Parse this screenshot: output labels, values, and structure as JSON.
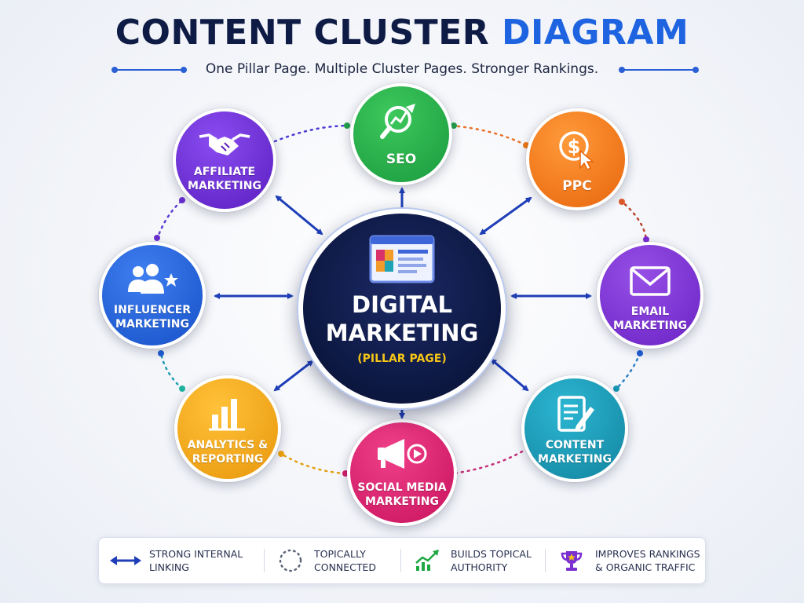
{
  "title": {
    "part1": "CONTENT CLUSTER",
    "part2": "DIAGRAM"
  },
  "subtitle": "One Pillar Page. Multiple Cluster Pages. Stronger Rankings.",
  "pillar": {
    "label": "DIGITAL\nMARKETING",
    "sublabel": "(PILLAR PAGE)",
    "icon": "web-page-icon",
    "color": "#0c1740"
  },
  "clusters": [
    {
      "id": "seo",
      "label": "SEO",
      "icon": "seo-analytics-icon",
      "color": "#1fa843"
    },
    {
      "id": "ppc",
      "label": "PPC",
      "icon": "dollar-click-icon",
      "color": "#f07a16"
    },
    {
      "id": "email",
      "label": "EMAIL\nMARKETING",
      "icon": "envelope-icon",
      "color": "#7a2fd0"
    },
    {
      "id": "content",
      "label": "CONTENT\nMARKETING",
      "icon": "document-pen-icon",
      "color": "#1697b4"
    },
    {
      "id": "social",
      "label": "SOCIAL MEDIA\nMARKETING",
      "icon": "megaphone-icon",
      "color": "#d91d6c"
    },
    {
      "id": "analytics",
      "label": "ANALYTICS &\nREPORTING",
      "icon": "bar-chart-icon",
      "color": "#efa40f"
    },
    {
      "id": "influencer",
      "label": "INFLUENCER\nMARKETING",
      "icon": "people-star-icon",
      "color": "#1f5fd6"
    },
    {
      "id": "affiliate",
      "label": "AFFILIATE\nMARKETING",
      "icon": "handshake-icon",
      "color": "#6a2fcf"
    }
  ],
  "legend": [
    {
      "label": "STRONG INTERNAL\nLINKING",
      "icon": "double-arrow-icon"
    },
    {
      "label": "TOPICALLY\nCONNECTED",
      "icon": "dotted-circle-icon"
    },
    {
      "label": "BUILDS TOPICAL\nAUTHORITY",
      "icon": "growth-chart-icon"
    },
    {
      "label": "IMPROVES RANKINGS\n& ORGANIC TRAFFIC",
      "icon": "trophy-icon"
    }
  ],
  "colors": {
    "navy": "#0e1b45",
    "accent_blue": "#1e63e0",
    "arrow_blue": "#1f3fb8",
    "highlight_yellow": "#f5c518"
  }
}
